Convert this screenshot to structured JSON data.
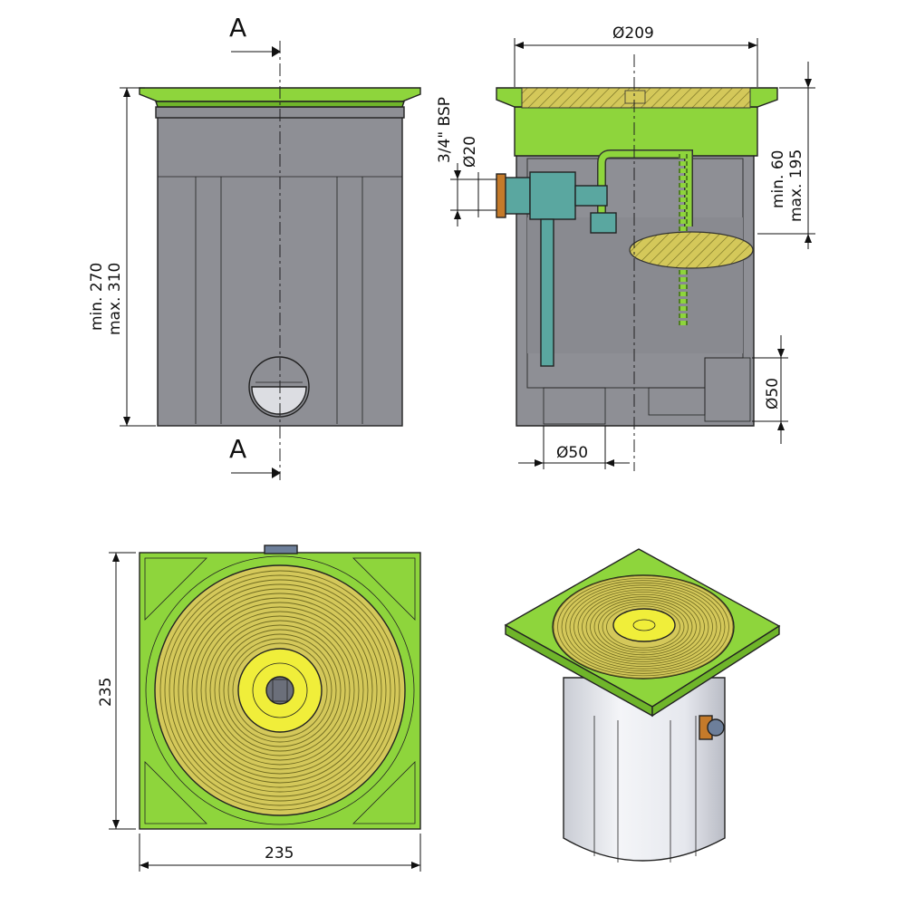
{
  "colors": {
    "body_gray": "#8e8f95",
    "body_gray_dark": "#7c7d83",
    "lid_green": "#8ed53c",
    "lid_green_dark": "#6fb52a",
    "basket_yellow": "#d4c85a",
    "center_yellow": "#f0ee3a",
    "pipe_teal": "#5aa7a0",
    "cylinder_white": "#eceef2"
  },
  "section_marks": {
    "top": "A",
    "bottom": "A"
  },
  "dimensions": {
    "height_min": "min. 270",
    "height_max": "max. 310",
    "diameter_top": "Ø209",
    "thread": "3/4\" BSP",
    "inlet_diameter": "Ø20",
    "level_min": "min. 60",
    "level_max": "max. 195",
    "side_outlet": "Ø50",
    "bottom_outlet": "Ø50",
    "plan_height": "235",
    "plan_width": "235"
  }
}
